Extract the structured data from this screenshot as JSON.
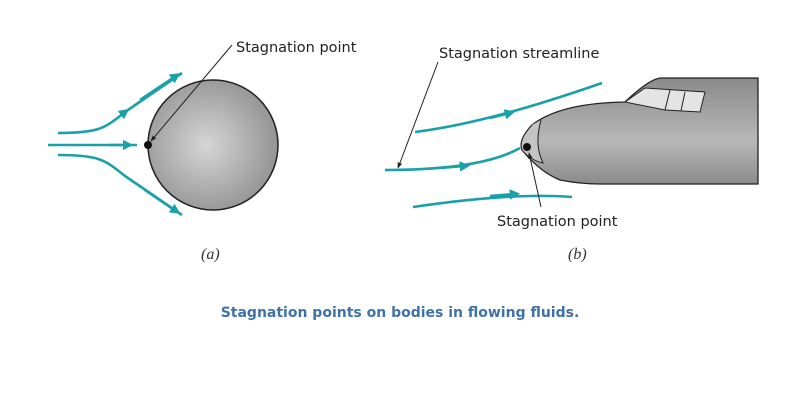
{
  "figure_a": {
    "label": "Stagnation point",
    "sublabel": "(a)"
  },
  "figure_b": {
    "label_streamline": "Stagnation streamline",
    "label_point": "Stagnation point",
    "sublabel": "(b)"
  },
  "caption": "Stagnation points on bodies in flowing fluids.",
  "colors": {
    "streamline": "#1aa0a8",
    "caption": "#3f72a8",
    "body": "#9a9a9a"
  }
}
